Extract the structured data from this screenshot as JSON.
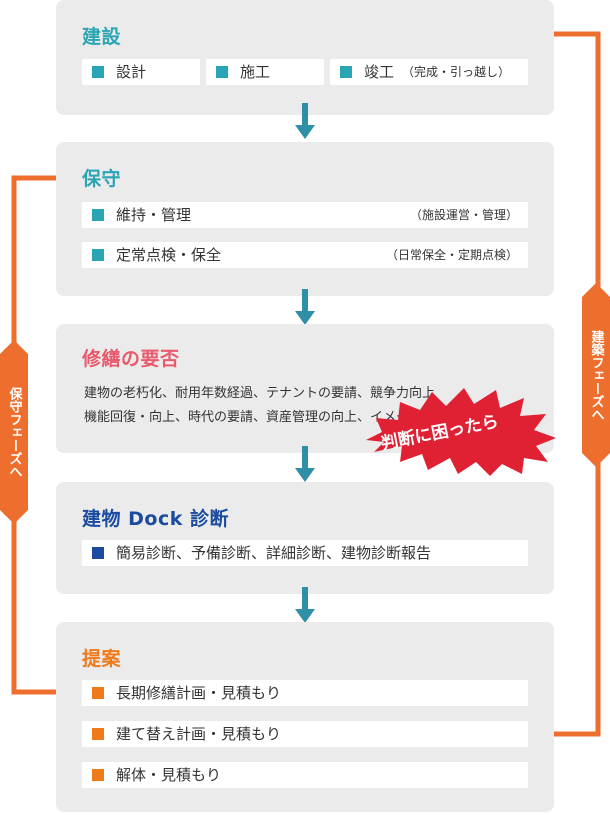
{
  "colors": {
    "teal": "#2aa5b4",
    "orange_square": "#ef7a1a",
    "navy": "#1a4ba0",
    "pink_title": "#e85a6c",
    "arrow_orange": "#ee6f2d",
    "panel_bg": "#ebebeb",
    "down_arrow": "#2e8fa6",
    "burst_red": "#e02033"
  },
  "construction": {
    "title": "建設",
    "steps": [
      "設計",
      "施工",
      "竣工"
    ],
    "step3_note": "（完成・引っ越し）"
  },
  "maintenance": {
    "title": "保守",
    "items": [
      {
        "label": "維持・管理",
        "note": "（施設運営・管理）"
      },
      {
        "label": "定常点検・保全",
        "note": "（日常保全・定期点検）"
      }
    ]
  },
  "repair": {
    "title": "修繕の要否",
    "line1": "建物の老朽化、耐用年数経過、テナントの要請、競争力向上",
    "line2": "機能回復・向上、時代の要請、資産管理の向上、イメージアップ"
  },
  "burst": {
    "text": "判断に困ったら"
  },
  "dock": {
    "title": "建物 Dock 診断",
    "item": "簡易診断、予備診断、詳細診断、建物診断報告"
  },
  "proposal": {
    "title": "提案",
    "items": [
      "長期修繕計画・見積もり",
      "建て替え計画・見積もり",
      "解体・見積もり"
    ]
  },
  "side_labels": {
    "left": "保守フェーズへ",
    "right": "建築フェーズへ"
  }
}
